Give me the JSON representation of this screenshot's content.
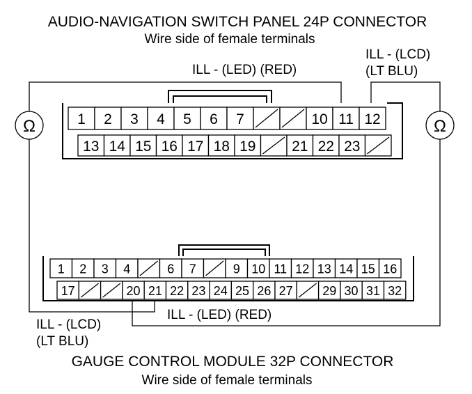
{
  "top_connector": {
    "title": "AUDIO-NAVIGATION SWITCH PANEL 24P CONNECTOR",
    "subtitle": "Wire side of female terminals",
    "row1": [
      "1",
      "2",
      "3",
      "4",
      "5",
      "6",
      "7",
      "",
      "",
      "10",
      "11",
      "12"
    ],
    "row2": [
      "13",
      "14",
      "15",
      "16",
      "17",
      "18",
      "19",
      "",
      "21",
      "22",
      "23",
      ""
    ]
  },
  "bottom_connector": {
    "title": "GAUGE CONTROL MODULE 32P CONNECTOR",
    "subtitle": "Wire side of female terminals",
    "row1": [
      "1",
      "2",
      "3",
      "4",
      "",
      "6",
      "7",
      "",
      "9",
      "10",
      "11",
      "12",
      "13",
      "14",
      "15",
      "16"
    ],
    "row2": [
      "17",
      "",
      "",
      "20",
      "21",
      "22",
      "23",
      "24",
      "25",
      "26",
      "27",
      "",
      "29",
      "30",
      "31",
      "32"
    ]
  },
  "labels": {
    "ill_led_top": "ILL -  (LED) (RED)",
    "ill_lcd_top_line1": "ILL -  (LCD)",
    "ill_lcd_top_line2": "(LT BLU)",
    "ill_led_bottom": "ILL -  (LED) (RED)",
    "ill_lcd_bottom_line1": "ILL -  (LCD)",
    "ill_lcd_bottom_line2": "(LT BLU)"
  },
  "meters": {
    "left_symbol": "Ω",
    "right_symbol": "Ω"
  }
}
